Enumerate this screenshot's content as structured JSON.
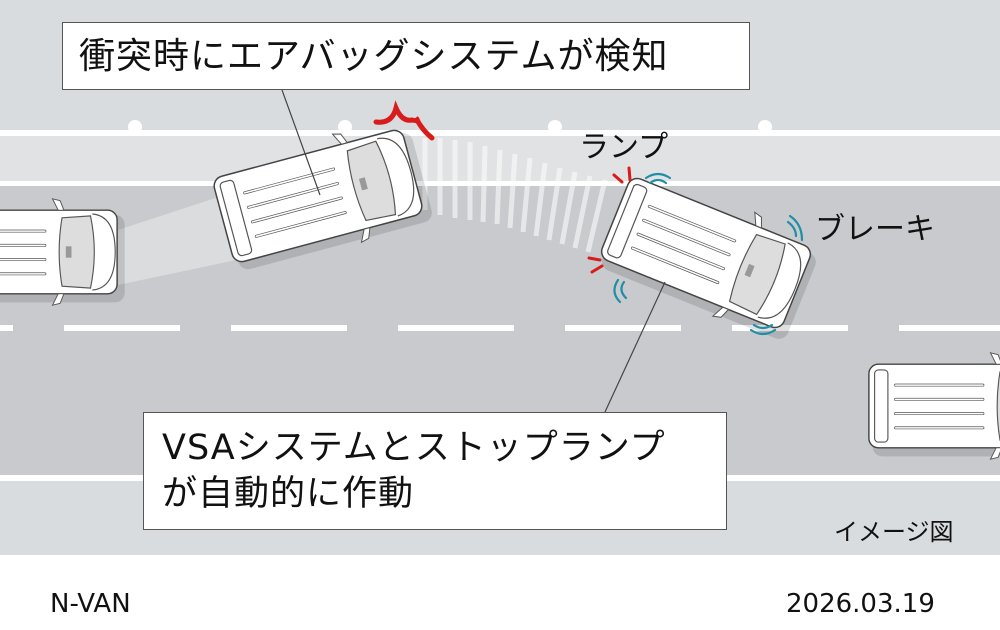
{
  "callouts": {
    "airbag": "衝突時にエアバッグシステムが検知",
    "vsa_line1": "VSAシステムとストップランプ",
    "vsa_line2": "が自動的に作動"
  },
  "labels": {
    "lamp": "ランプ",
    "brake": "ブレーキ",
    "image_note": "イメージ図"
  },
  "footer": {
    "model": "N-VAN",
    "date": "2026.03.19"
  },
  "colors": {
    "impact": "#d81c1c",
    "brake_wave": "#1f8fa6",
    "road": "#c8cacd"
  }
}
